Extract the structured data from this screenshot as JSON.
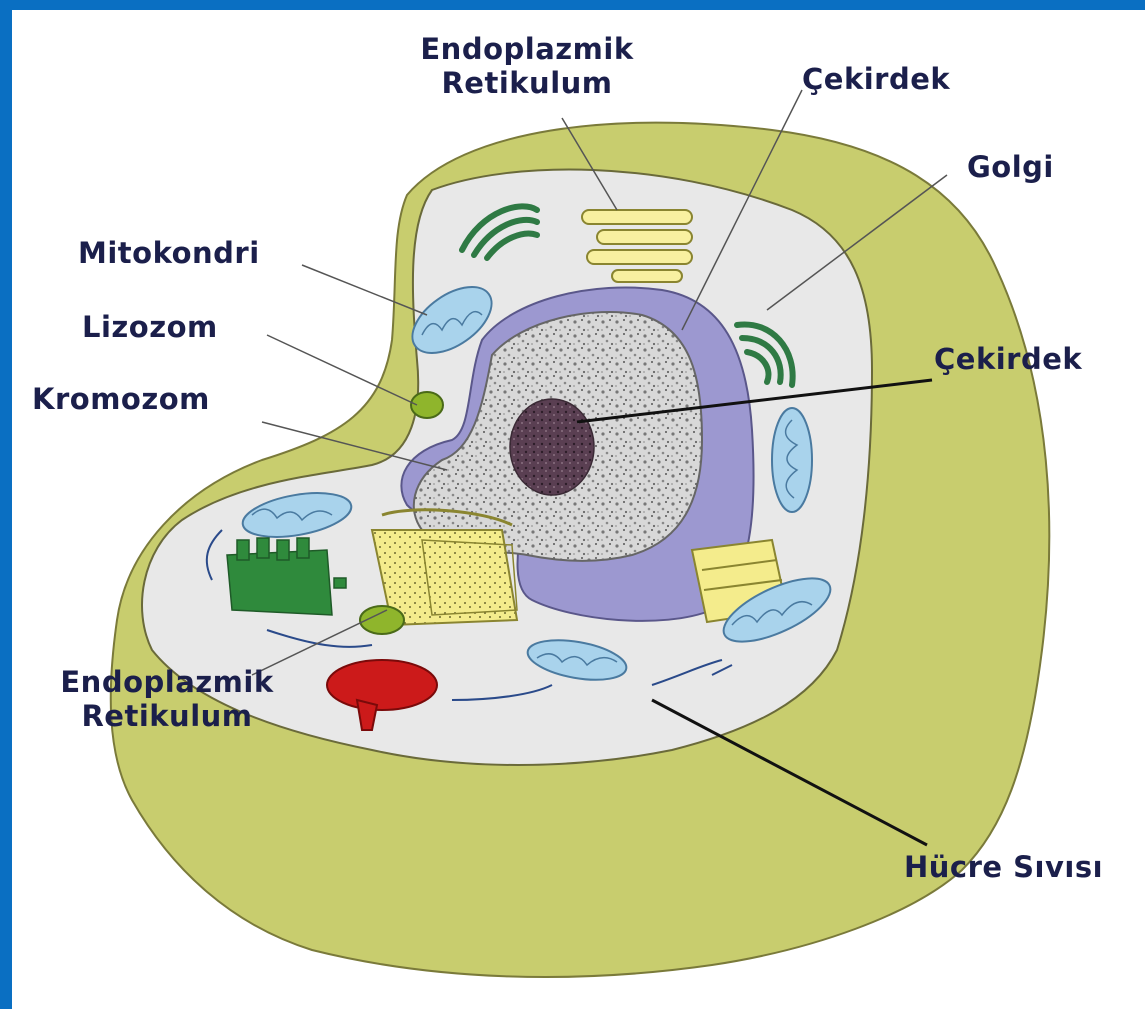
{
  "labels": {
    "er_top_line1": "Endoplazmik",
    "er_top_line2": "Retikulum",
    "nucleus_top": "Çekirdek",
    "golgi": "Golgi",
    "mitokondri": "Mitokondri",
    "lizozom": "Lizozom",
    "nucleolus_right": "Çekirdek",
    "kromozom": "Kromozom",
    "er_bottom_line1": "Endoplazmik",
    "er_bottom_line2": "Retikulum",
    "hucre_sivisi": "Hücre Sıvısı"
  },
  "colors": {
    "border_blue": "#0a6fc2",
    "membrane": "#c8cd6e",
    "cytoplasm": "#e8e8e8",
    "nucleus_envelope": "#9c98d0",
    "nucleoplasm": "#d6d6d6",
    "nucleolus": "#5a3f52",
    "mitochondria": "#a9d3ec",
    "golgi": "#2f7a44",
    "er_yellow": "#f4ec8c",
    "lysosome": "#8fb52c",
    "vacuole_red": "#cc1a1a",
    "label_text": "#1b1f4b"
  }
}
